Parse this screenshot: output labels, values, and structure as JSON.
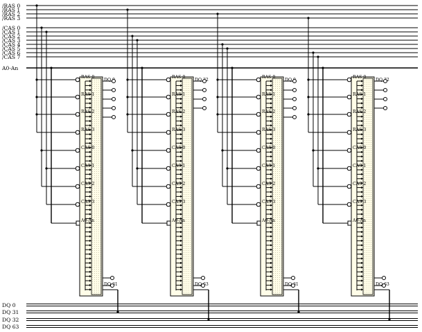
{
  "left_signals": {
    "ras": [
      "/RAS 0",
      "/RAS 1",
      "/RAS 2",
      "/RAS 3"
    ],
    "cas": [
      "/CAS 0",
      "/CAS 1",
      "/CAS 2",
      "/CAS 3",
      "/CAS 4",
      "/CAS 5",
      "/CAS 6",
      "/CAS 7"
    ],
    "addr": "A0-An"
  },
  "chip_pins": [
    "RAS 0",
    "RAS 1",
    "RAS 2",
    "RAS 3",
    "CAS 0",
    "CAS 1",
    "CAS 2",
    "CAS 3",
    "A0-An"
  ],
  "modules": [
    {
      "dq_top": "DQ 0",
      "dq_bottom": "DQ 31"
    },
    {
      "dq_top": "DQ 32",
      "dq_bottom": "DQ 63"
    },
    {
      "dq_top": "DQ 0",
      "dq_bottom": "DQ 31"
    },
    {
      "dq_top": "DQ 32",
      "dq_bottom": "DQ 63"
    }
  ],
  "data_buses": [
    "DQ 0",
    "DQ 31",
    "DQ 32",
    "DQ 63"
  ]
}
